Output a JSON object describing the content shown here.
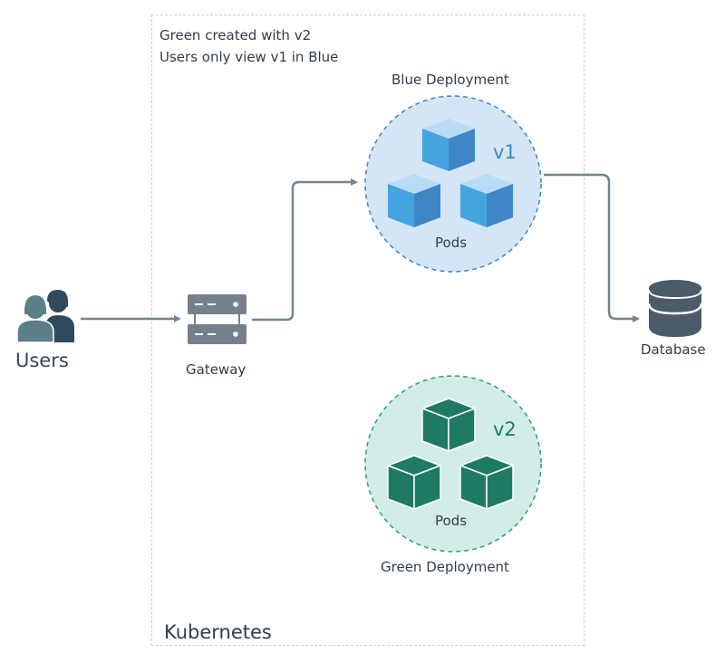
{
  "notes": {
    "line1": "Green created with v2",
    "line2": "Users only view v1 in Blue"
  },
  "cluster": {
    "label": "Kubernetes"
  },
  "users": {
    "label": "Users",
    "icon": "users-icon"
  },
  "gateway": {
    "label": "Gateway",
    "icon": "server-icon"
  },
  "blue_deployment": {
    "title": "Blue Deployment",
    "version": "v1",
    "pods_label": "Pods",
    "color": "#4aa3df",
    "fill": "#d4e6f6"
  },
  "green_deployment": {
    "title": "Green Deployment",
    "version": "v2",
    "pods_label": "Pods",
    "color": "#1f7a64",
    "fill": "#d2ede7"
  },
  "database": {
    "label": "Database",
    "icon": "database-icon"
  },
  "connections": [
    {
      "from": "Users",
      "to": "Gateway"
    },
    {
      "from": "Gateway",
      "to": "Blue Deployment"
    },
    {
      "from": "Blue Deployment",
      "to": "Database"
    }
  ]
}
